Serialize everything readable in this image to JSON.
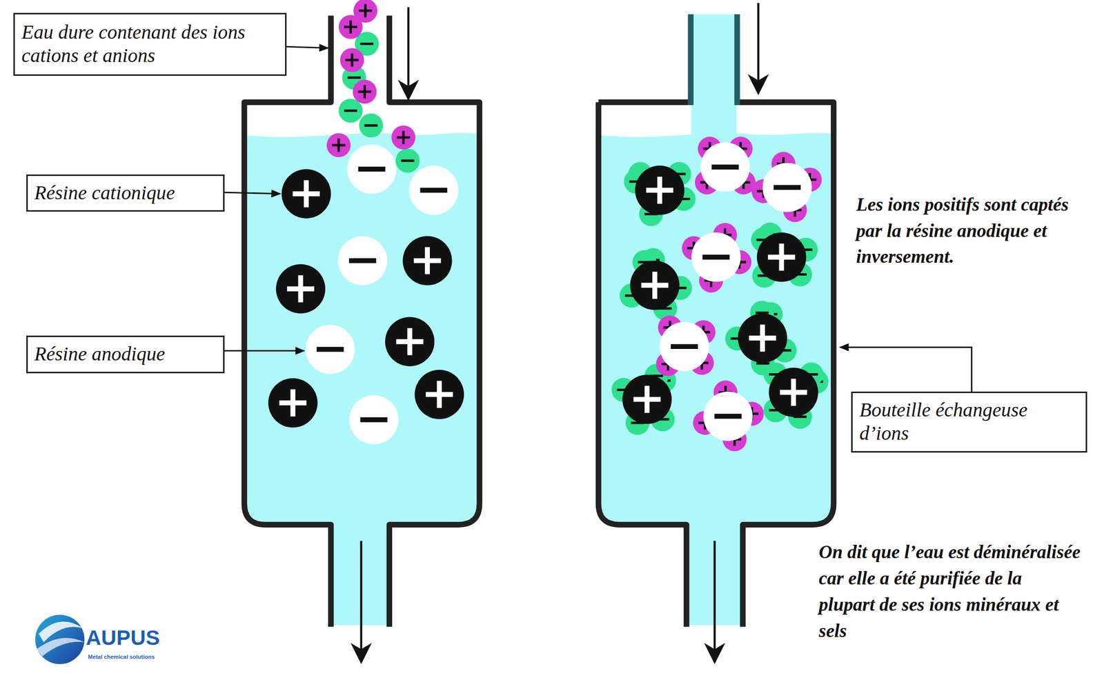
{
  "diagram": {
    "nodes": [
      {
        "text": [
          "Eau dure contenant des ions cations et anions"
        ]
      },
      {
        "text": [
          "Résine cationique"
        ]
      },
      {
        "text": [
          "Résine anodique"
        ]
      },
      {
        "text": [
          "Bouteille échangeuse d’ions"
        ]
      }
    ],
    "labels": [
      "Les ions positifs sont captés par la résine anodique et inversement.",
      "On dit que l’eau est déminéralisée car elle a été purifiée de la plupart de ses ions minéraux et sels",
      "AUPUS",
      "Metal chemical solutions"
    ]
  }
}
